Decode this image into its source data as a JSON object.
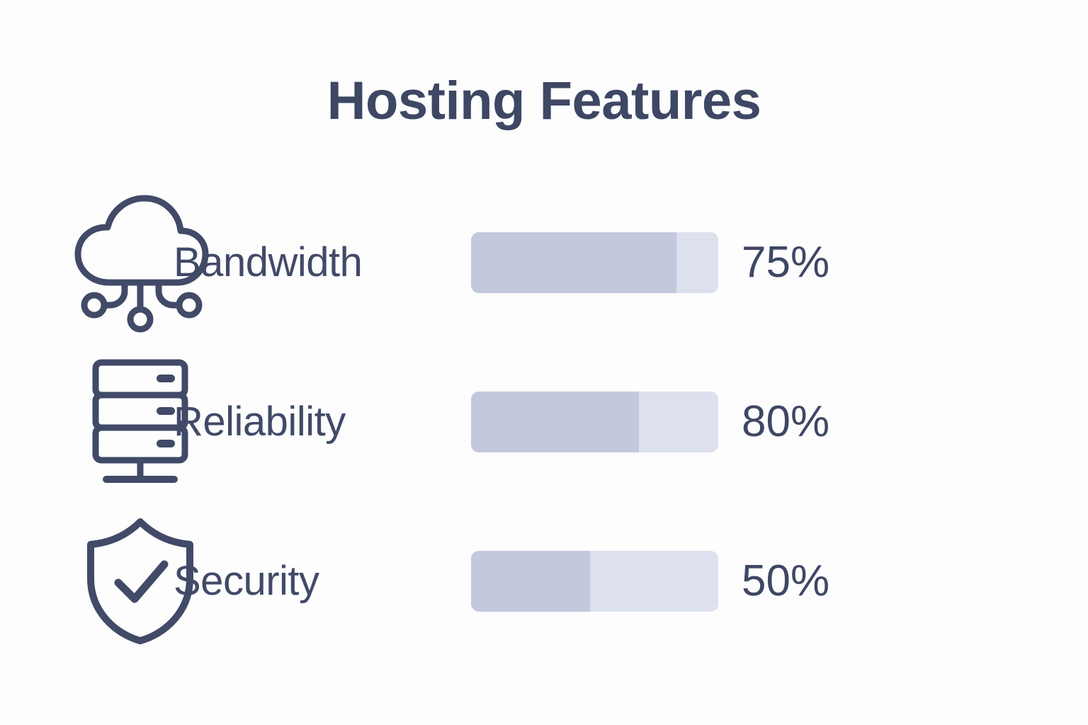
{
  "header": {
    "title": "Hosting Features"
  },
  "colors": {
    "background": "#fdfdfe",
    "text_navy": "#3e4763",
    "label_navy": "#414a67",
    "bar_fill": "#c2c8de",
    "bar_track": "#dde0ed",
    "icon_stroke": "#414a67"
  },
  "features": [
    {
      "icon": "cloud-network-icon",
      "label": "Bandwidth",
      "percent_label": "75%",
      "percent_value": 75,
      "fill_ratio": 0.83
    },
    {
      "icon": "server-rack-icon",
      "label": "Reliability",
      "percent_label": "80%",
      "percent_value": 80,
      "fill_ratio": 0.68
    },
    {
      "icon": "shield-check-icon",
      "label": "Security",
      "percent_label": "50%",
      "percent_value": 50,
      "fill_ratio": 0.48
    }
  ],
  "chart_data": {
    "type": "bar",
    "title": "Hosting Features",
    "categories": [
      "Bandwidth",
      "Reliability",
      "Security"
    ],
    "values": [
      75,
      80,
      50
    ],
    "value_labels": [
      "75%",
      "80%",
      "50%"
    ],
    "xlabel": "",
    "ylabel": "",
    "ylim": [
      0,
      100
    ],
    "orientation": "horizontal",
    "grid": false,
    "legend": "none"
  }
}
